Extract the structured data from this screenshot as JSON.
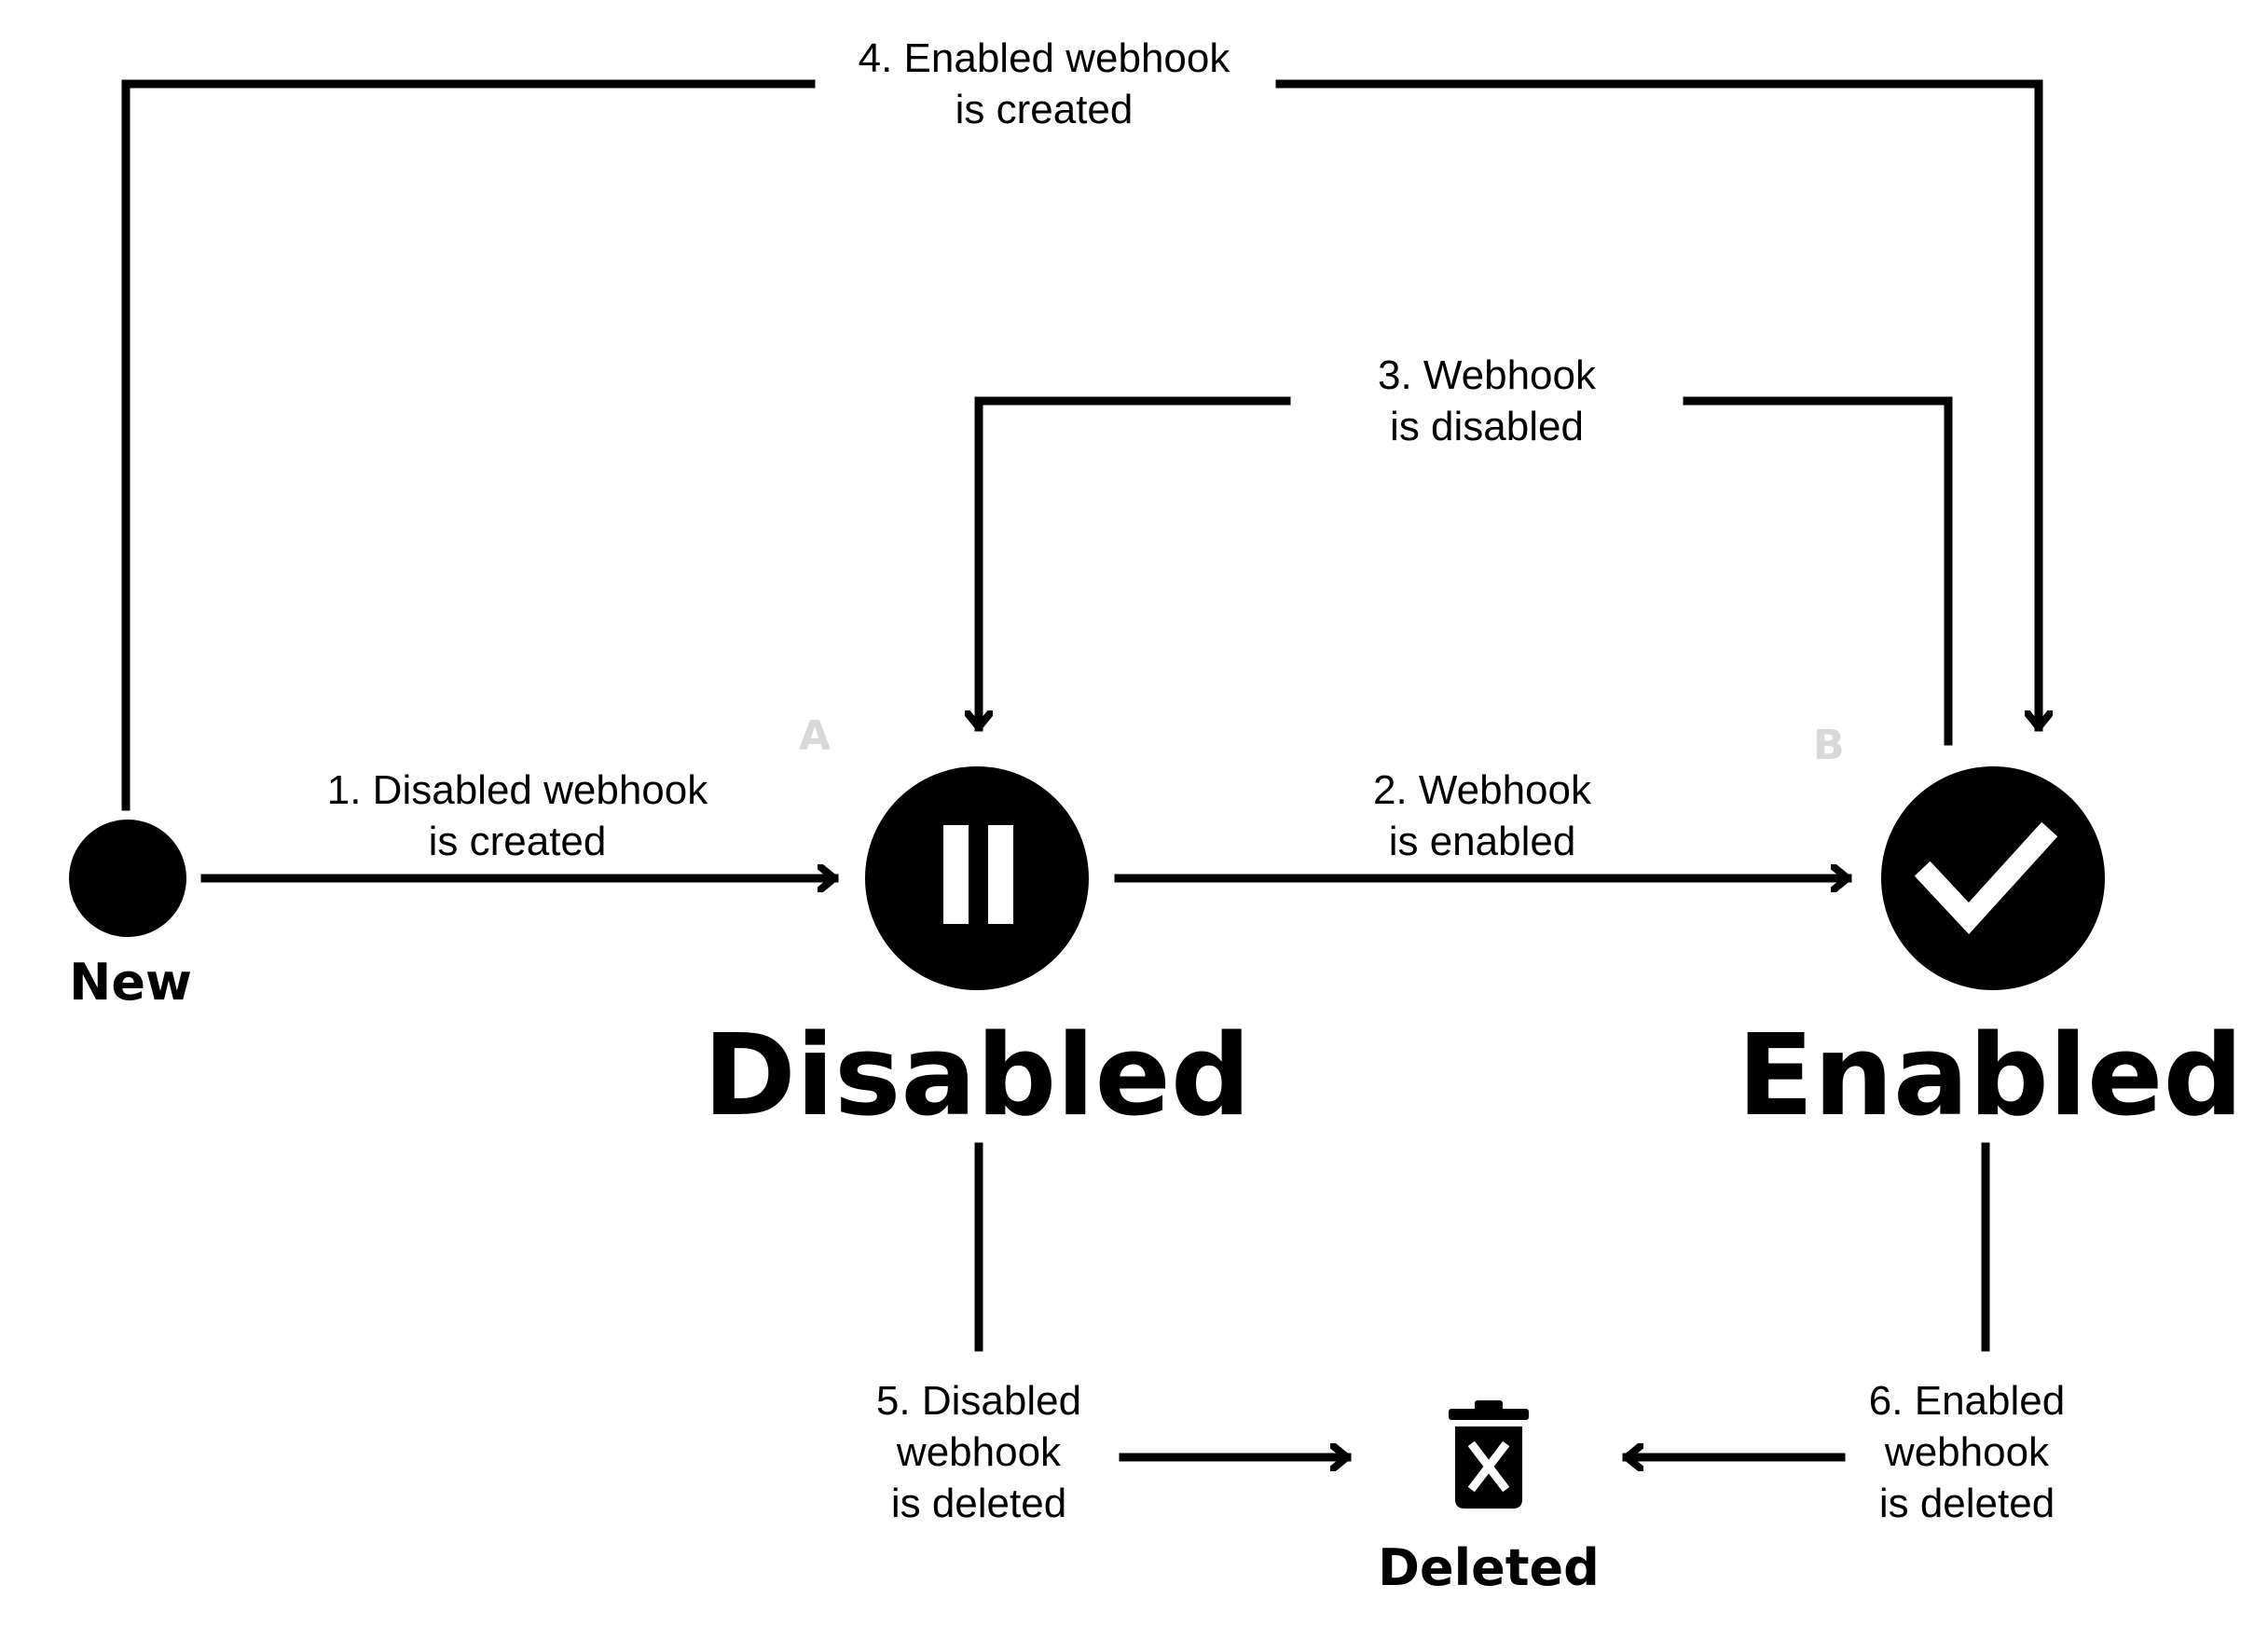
{
  "states": {
    "new": {
      "label": "New"
    },
    "disabled": {
      "label": "Disabled",
      "marker": "A"
    },
    "enabled": {
      "label": "Enabled",
      "marker": "B"
    },
    "deleted": {
      "label": "Deleted"
    }
  },
  "icons": {
    "start": "filled-circle-icon",
    "disabled": "pause-icon",
    "enabled": "checkmark-icon",
    "deleted": "trash-can-icon"
  },
  "transitions": {
    "t1": {
      "line1": "1. Disabled webhook",
      "line2": "is created"
    },
    "t2": {
      "line1": "2. Webhook",
      "line2": "is enabled"
    },
    "t3": {
      "line1": "3. Webhook",
      "line2": "is disabled"
    },
    "t4": {
      "line1": "4. Enabled webhook",
      "line2": "is created"
    },
    "t5": {
      "line1": "5. Disabled",
      "line2": "webhook",
      "line3": "is deleted"
    },
    "t6": {
      "line1": "6. Enabled",
      "line2": "webhook",
      "line3": "is deleted"
    }
  },
  "colors": {
    "ink": "#000000",
    "background": "#ffffff",
    "marker": "#d8d8d8"
  }
}
